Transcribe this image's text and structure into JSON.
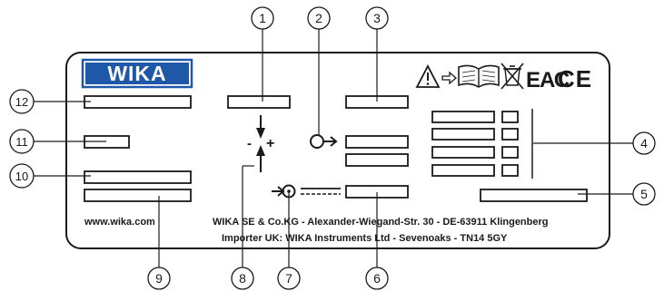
{
  "logo": {
    "text": "WIKA"
  },
  "symbols": {
    "eac": "ЕАС",
    "ce": "CE",
    "plus": "+",
    "minus": "-"
  },
  "footer": {
    "website": "www.wika.com",
    "address": "WIKA SE & Co.KG - Alexander-Wiegand-Str. 30 - DE-63911 Klingenberg",
    "importer": "Importer UK: WIKA Instruments Ltd - Sevenoaks - TN14 5GY"
  },
  "callouts": [
    "1",
    "2",
    "3",
    "4",
    "5",
    "6",
    "7",
    "8",
    "9",
    "10",
    "11",
    "12"
  ],
  "icons": [
    "warning-icon",
    "arrow-right-icon",
    "manual-book-icon",
    "weee-crossed-bin-icon",
    "eac-mark-icon",
    "ce-mark-icon",
    "zero-adjust-arrows-icon",
    "output-signal-icon",
    "power-supply-icon"
  ],
  "colors": {
    "logo_blue": "#1f58a8",
    "ink": "#1a1a1a"
  }
}
